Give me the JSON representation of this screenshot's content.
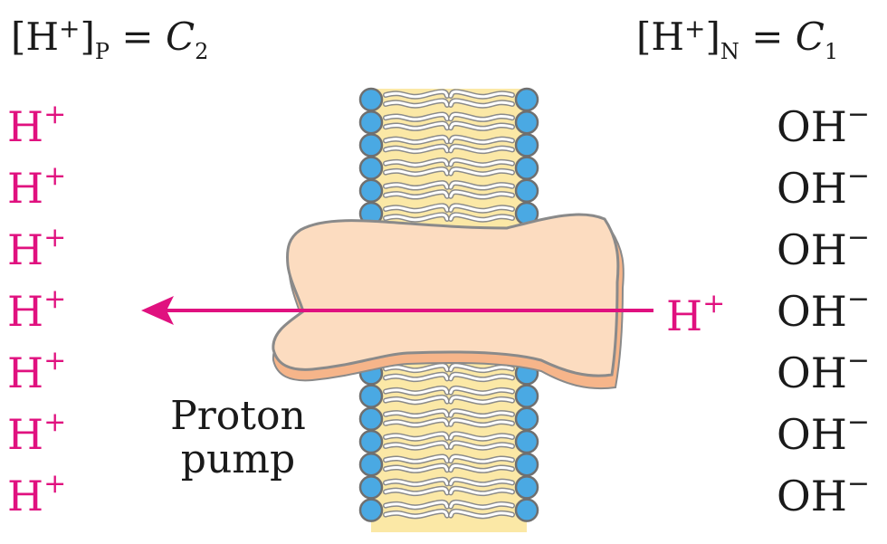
{
  "labels": {
    "p_side_eq": {
      "bracket_open": "[H",
      "sup": "+",
      "bracket_close": "]",
      "sub": "P",
      "equals": "  = ",
      "var": "C",
      "var_sub": "2"
    },
    "n_side_eq": {
      "bracket_open": "[H",
      "sup": "+",
      "bracket_close": "]",
      "sub": "N",
      "equals": "  = ",
      "var": "C",
      "var_sub": "1"
    },
    "proton_symbol": "H",
    "proton_charge": "+",
    "hydroxide_symbol": "OH",
    "hydroxide_charge": "−",
    "pump_line1": "Proton",
    "pump_line2": "pump"
  },
  "counts": {
    "left_protons": 7,
    "right_hydroxides": 7
  },
  "colors": {
    "proton": "#e0117f",
    "head_fill": "#4aa9e3",
    "tail_band": "#fbe8a6",
    "pump_fill": "#fcdcc0",
    "pump_shadow": "#f6b58a",
    "outline": "#8a8a8a"
  }
}
